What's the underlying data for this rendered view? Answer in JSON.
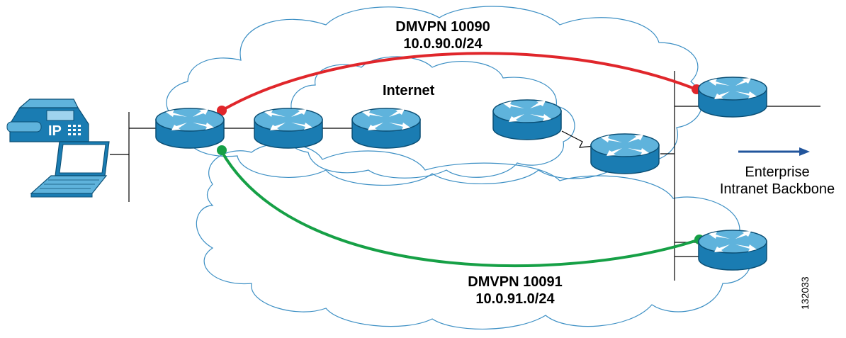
{
  "diagram": {
    "top_tunnel": {
      "name": "DMVPN 10090",
      "subnet": "10.0.90.0/24"
    },
    "bottom_tunnel": {
      "name": "DMVPN 10091",
      "subnet": "10.0.91.0/24"
    },
    "internet_label": "Internet",
    "enterprise_label_line1": "Enterprise",
    "enterprise_label_line2": "Intranet Backbone",
    "figure_id": "132033",
    "phone_label": "IP"
  },
  "colors": {
    "router_top": "#5fb3dc",
    "router_side": "#1a7cb2",
    "router_outline": "#0b4f75",
    "tunnel_red": "#e0262b",
    "tunnel_green": "#16a046",
    "arrow_blue": "#22559c",
    "cloud_line": "#3c8fc4"
  }
}
